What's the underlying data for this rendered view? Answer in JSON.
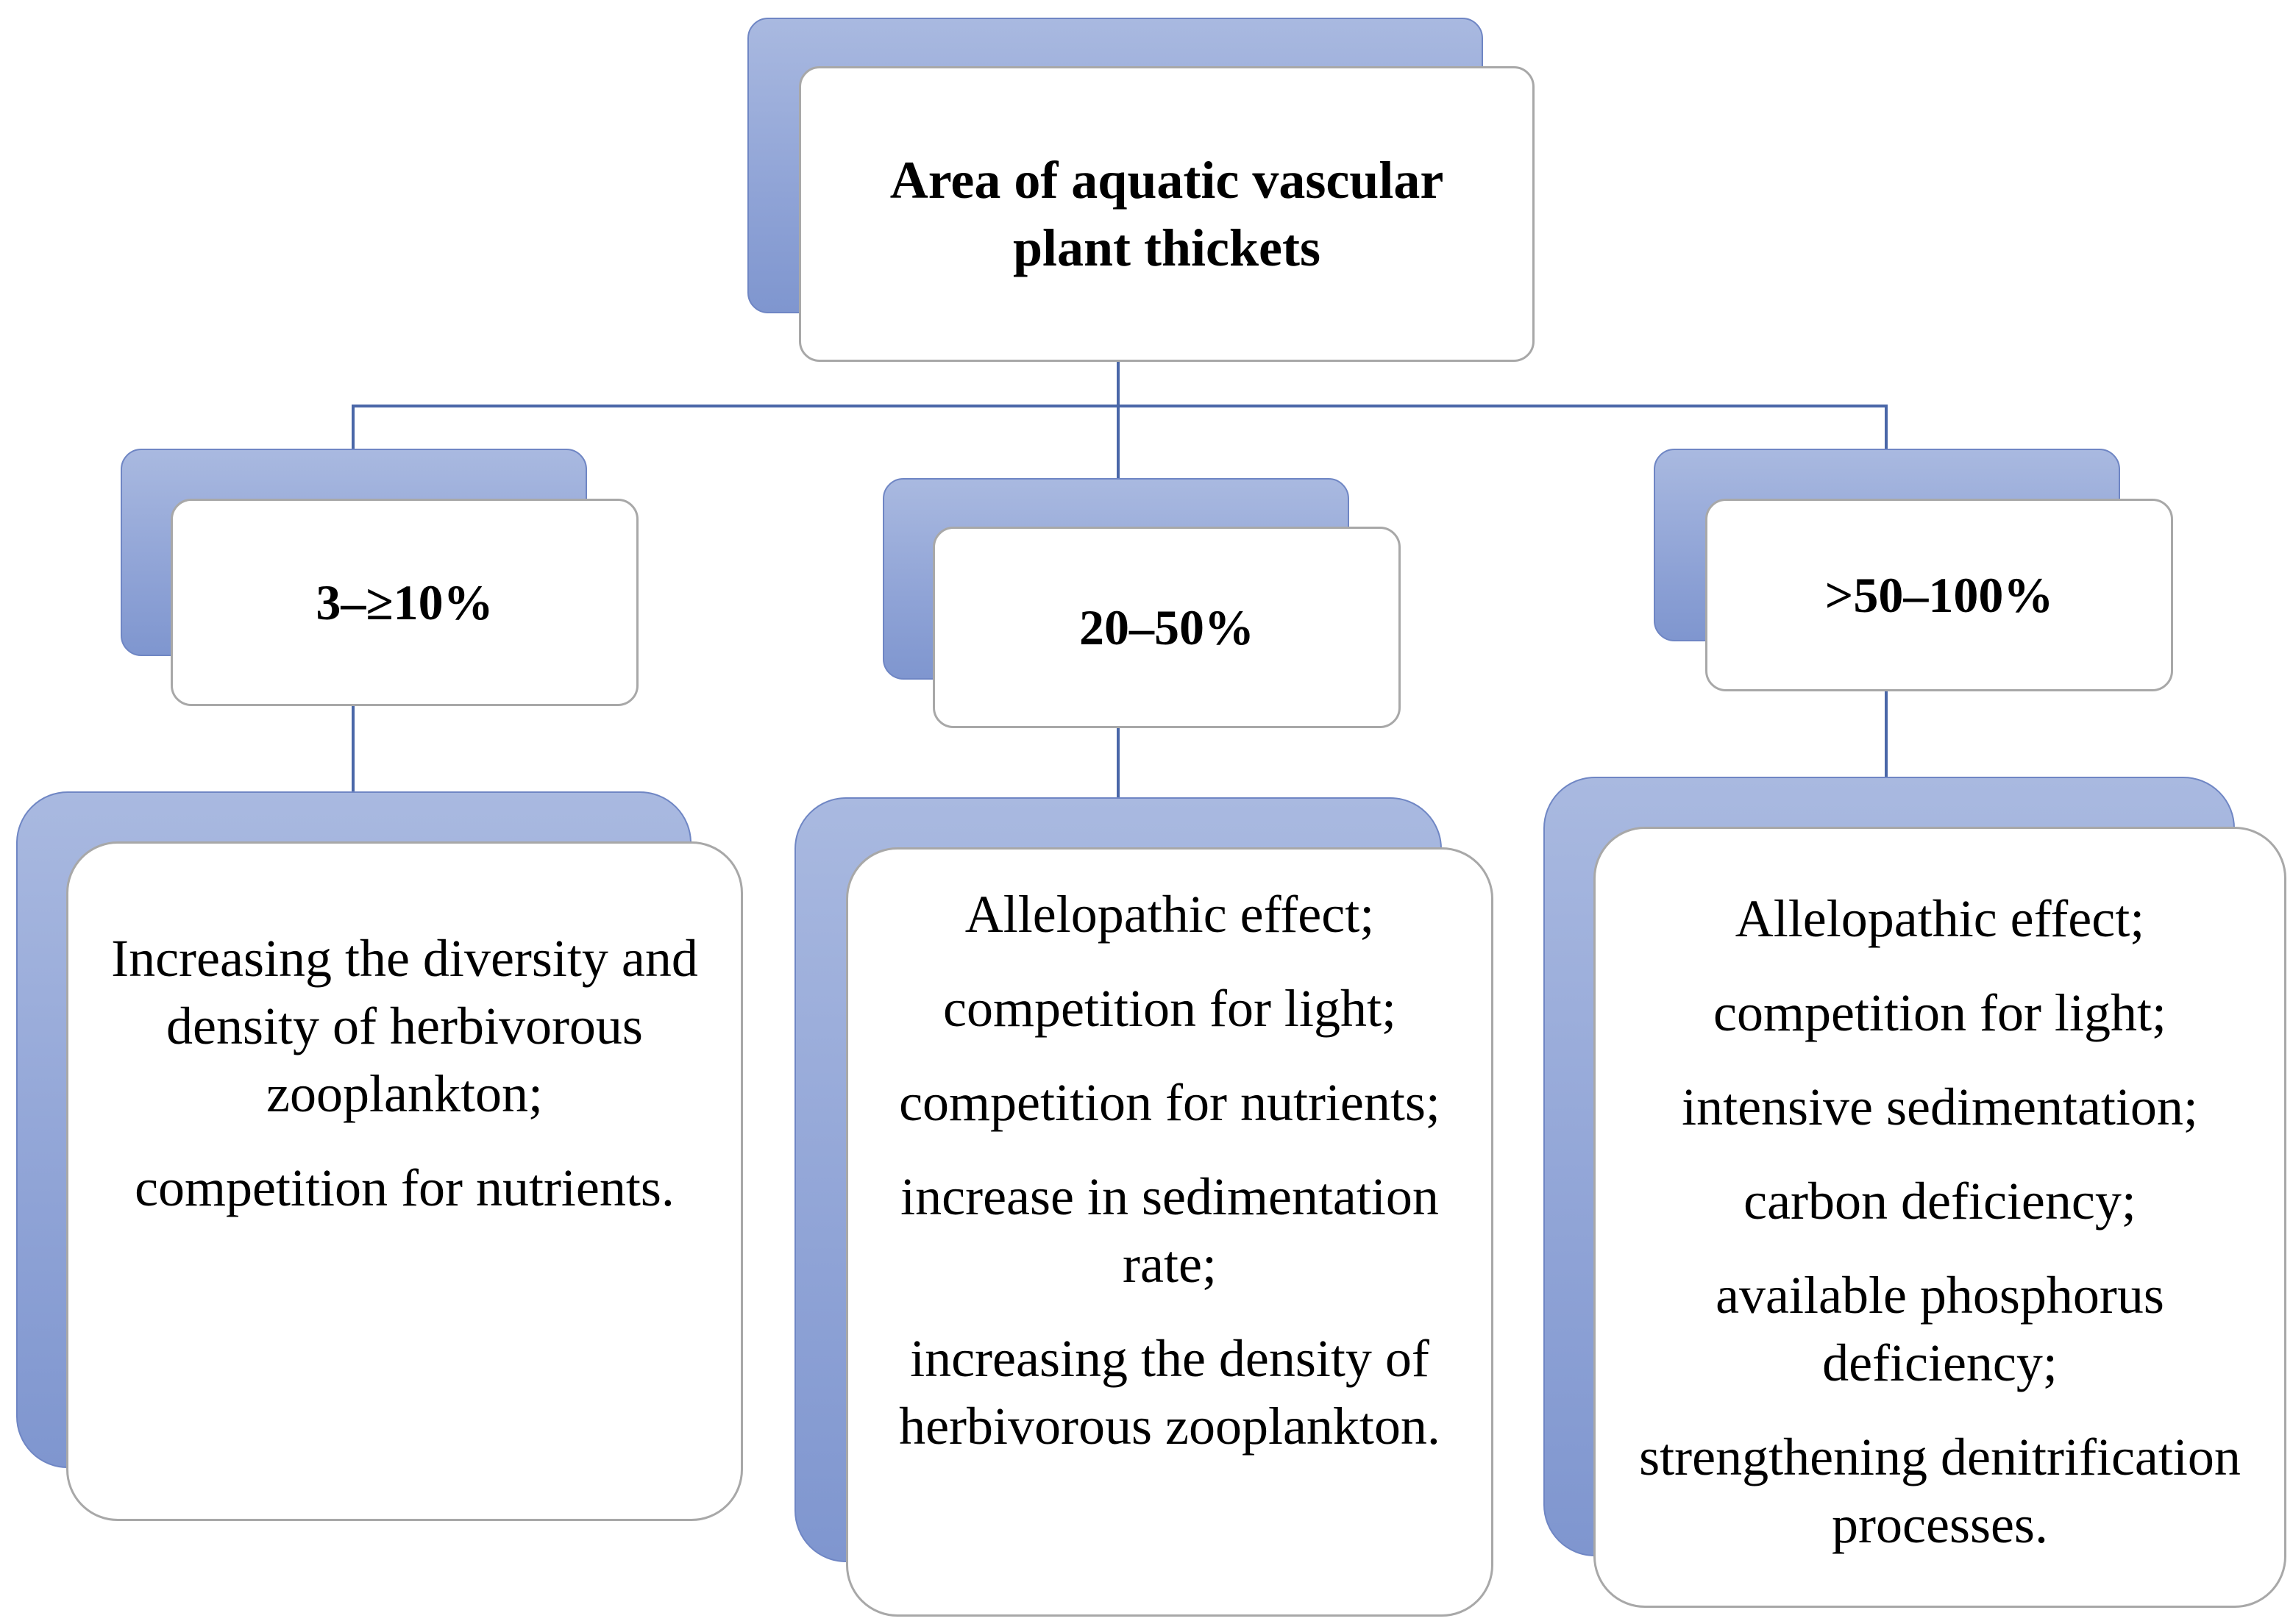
{
  "root": {
    "label": "Area of aquatic vascular plant thickets"
  },
  "branches": [
    {
      "range": "3–≥10%",
      "effects": [
        "Increasing the diversity and density of herbivorous zooplankton;",
        "competition for nutrients."
      ]
    },
    {
      "range": "20–50%",
      "effects": [
        "Allelopathic effect;",
        "competition for light;",
        "competition for nutrients;",
        "increase in sedimentation rate;",
        "increasing the density of herbivorous zooplankton."
      ]
    },
    {
      "range": ">50–100%",
      "effects": [
        "Allelopathic effect;",
        "competition for light;",
        "intensive sedimentation;",
        "carbon deficiency;",
        "available phosphorus deficiency;",
        "strengthening denitrification processes."
      ]
    }
  ]
}
